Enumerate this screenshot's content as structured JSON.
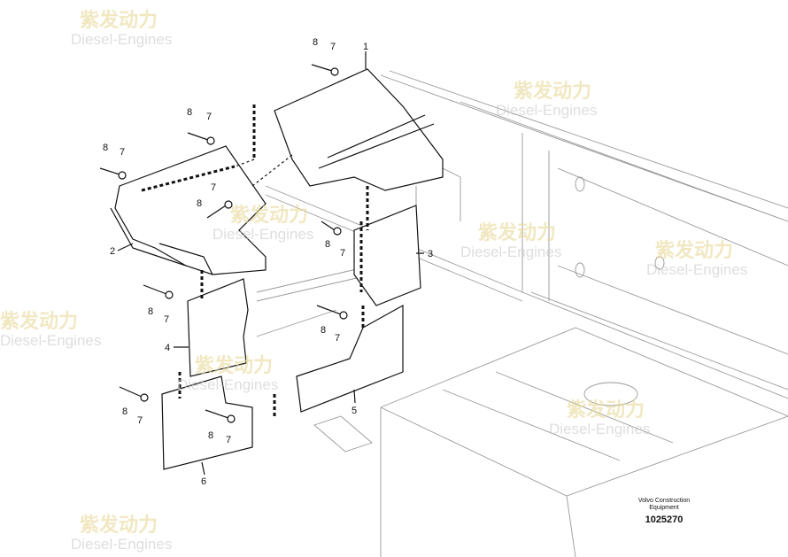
{
  "watermark": {
    "brand": "紫发动力",
    "sub": "Diesel-Engines"
  },
  "callouts": {
    "p1": "1",
    "p2": "2",
    "p3": "3",
    "p4": "4",
    "p5": "5",
    "p6": "6",
    "bolt": "8",
    "washer": "7"
  },
  "reference": {
    "line1": "Volvo Construction",
    "line2": "Equipment",
    "number": "1025270"
  }
}
